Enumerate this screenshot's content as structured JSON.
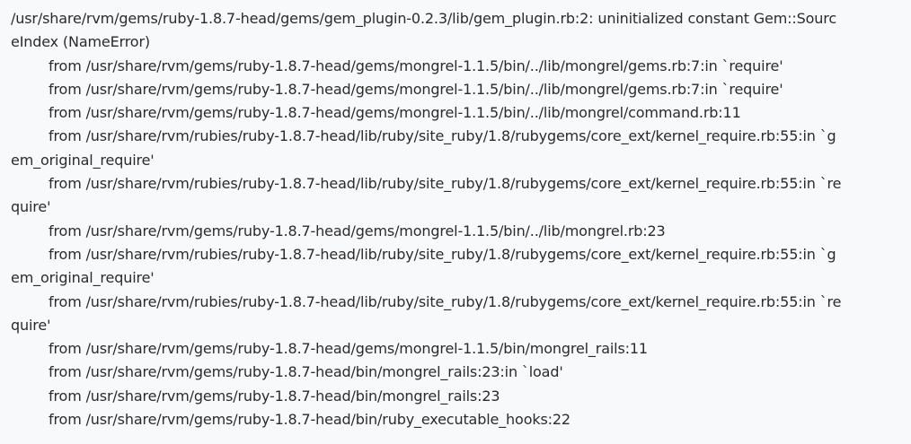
{
  "trace": {
    "lines": [
      "/usr/share/rvm/gems/ruby-1.8.7-head/gems/gem_plugin-0.2.3/lib/gem_plugin.rb:2: uninitialized constant Gem::Sourc",
      "eIndex (NameError)",
      "from /usr/share/rvm/gems/ruby-1.8.7-head/gems/mongrel-1.1.5/bin/../lib/mongrel/gems.rb:7:in `require'",
      "from /usr/share/rvm/gems/ruby-1.8.7-head/gems/mongrel-1.1.5/bin/../lib/mongrel/gems.rb:7:in `require'",
      "from /usr/share/rvm/gems/ruby-1.8.7-head/gems/mongrel-1.1.5/bin/../lib/mongrel/command.rb:11",
      "from /usr/share/rvm/rubies/ruby-1.8.7-head/lib/ruby/site_ruby/1.8/rubygems/core_ext/kernel_require.rb:55:in `g",
      "em_original_require'",
      "from /usr/share/rvm/rubies/ruby-1.8.7-head/lib/ruby/site_ruby/1.8/rubygems/core_ext/kernel_require.rb:55:in `re",
      "quire'",
      "from /usr/share/rvm/gems/ruby-1.8.7-head/gems/mongrel-1.1.5/bin/../lib/mongrel.rb:23",
      "from /usr/share/rvm/rubies/ruby-1.8.7-head/lib/ruby/site_ruby/1.8/rubygems/core_ext/kernel_require.rb:55:in `g",
      "em_original_require'",
      "from /usr/share/rvm/rubies/ruby-1.8.7-head/lib/ruby/site_ruby/1.8/rubygems/core_ext/kernel_require.rb:55:in `re",
      "quire'",
      "from /usr/share/rvm/gems/ruby-1.8.7-head/gems/mongrel-1.1.5/bin/mongrel_rails:11",
      "from /usr/share/rvm/gems/ruby-1.8.7-head/bin/mongrel_rails:23:in `load'",
      "from /usr/share/rvm/gems/ruby-1.8.7-head/bin/mongrel_rails:23",
      "from /usr/share/rvm/gems/ruby-1.8.7-head/bin/ruby_executable_hooks:22"
    ]
  }
}
